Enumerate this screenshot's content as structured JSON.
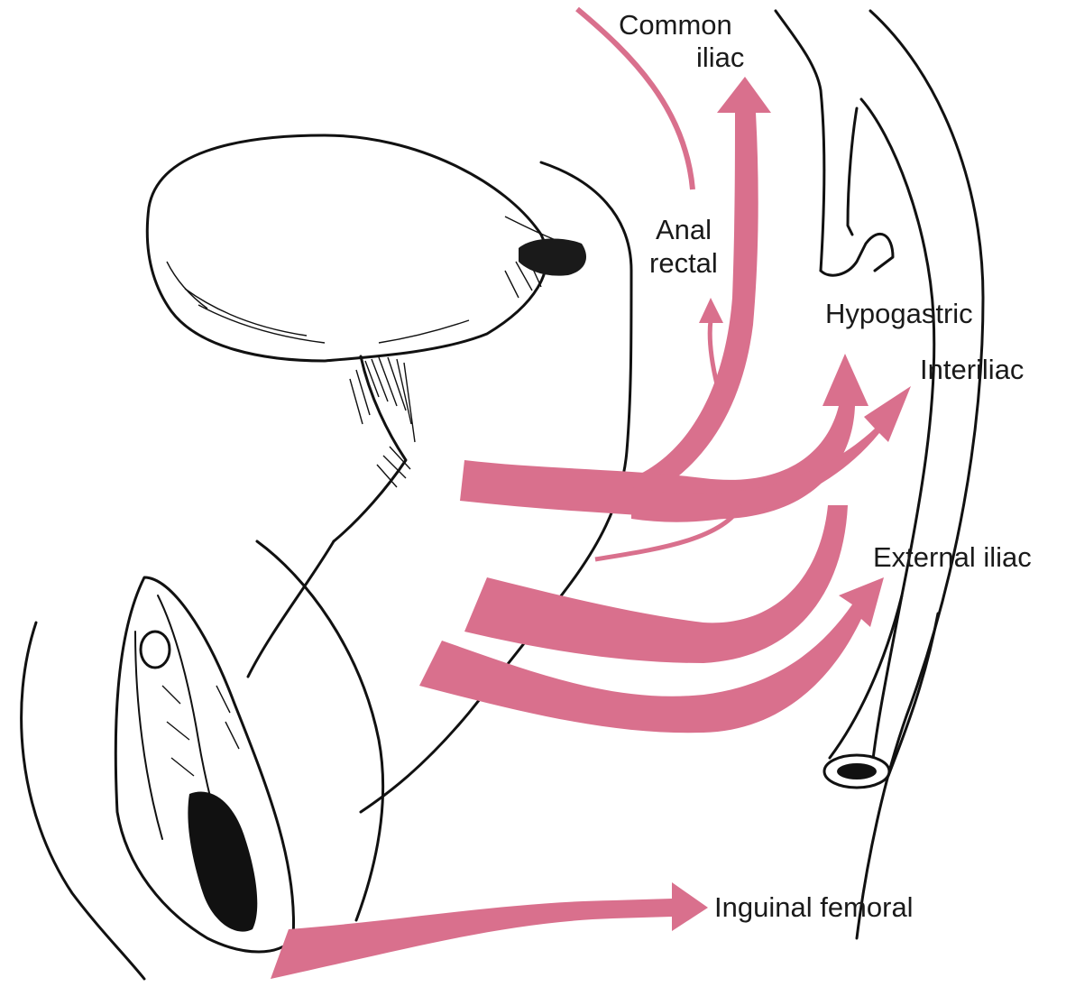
{
  "labels": {
    "common_iliac_1": "Common",
    "common_iliac_2": "iliac",
    "anal_rectal_1": "Anal",
    "anal_rectal_2": "rectal",
    "hypogastric": "Hypogastric",
    "interiliac": "Interiliac",
    "external_iliac": "External iliac",
    "inguinal_femoral": "Inguinal femoral"
  },
  "colors": {
    "arrow": "#d9708d",
    "ink": "#111111",
    "background": "#ffffff"
  }
}
